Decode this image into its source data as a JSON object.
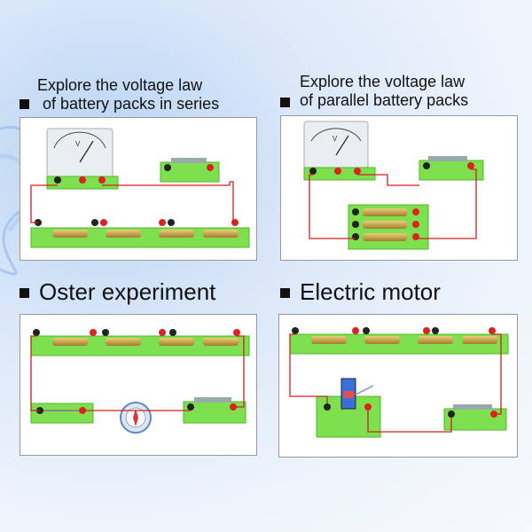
{
  "panels": [
    {
      "id": "series",
      "title_line1": "Explore the voltage law",
      "title_line2": "of battery packs in series"
    },
    {
      "id": "parallel",
      "title_line1": "Explore the voltage law",
      "title_line2": "of parallel battery packs"
    },
    {
      "id": "oster",
      "title": "Oster experiment"
    },
    {
      "id": "motor",
      "title": "Electric motor"
    }
  ],
  "meter": {
    "unit_label": "V"
  },
  "colors": {
    "board": "#7fe04f",
    "board_dark": "#4fb82a",
    "wire": "#d02020",
    "battery": "#c9a24a"
  }
}
